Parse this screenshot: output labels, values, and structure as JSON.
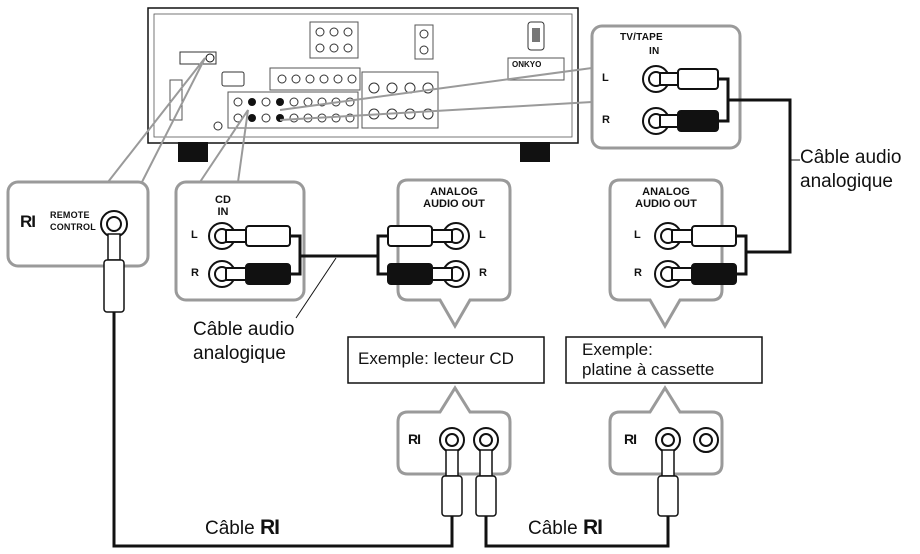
{
  "colors": {
    "panel_border": "#9a9a9a",
    "line": "#111111",
    "panel_fill": "#ffffff"
  },
  "receiver": {
    "brand": "ONKYO",
    "remote_label": "REMOTE CONTROL",
    "ri_logo": "RI"
  },
  "remote_panel": {
    "logo": "RI",
    "label_line1": "REMOTE",
    "label_line2": "CONTROL"
  },
  "cd_in_panel": {
    "title_line1": "CD",
    "title_line2": "IN",
    "left": "L",
    "right": "R"
  },
  "tvtape_panel": {
    "title": "TV/TAPE",
    "subtitle": "IN",
    "left": "L",
    "right": "R"
  },
  "cd_out_panel": {
    "title_line1": "ANALOG",
    "title_line2": "AUDIO OUT",
    "left": "L",
    "right": "R"
  },
  "tape_out_panel": {
    "title_line1": "ANALOG",
    "title_line2": "AUDIO OUT",
    "left": "L",
    "right": "R"
  },
  "cd_player": {
    "label": "Exemple: lecteur CD"
  },
  "cassette": {
    "label_line1": "Exemple:",
    "label_line2": "platine à cassette"
  },
  "ri_jacks": {
    "logo": "RI"
  },
  "captions": {
    "audio_cable_1_line1": "Câble audio",
    "audio_cable_1_line2": "analogique",
    "audio_cable_2_line1": "Câble audio",
    "audio_cable_2_line2": "analogique",
    "ri_cable_1": "Câble",
    "ri_cable_2": "Câble",
    "ri_logo": "RI"
  }
}
